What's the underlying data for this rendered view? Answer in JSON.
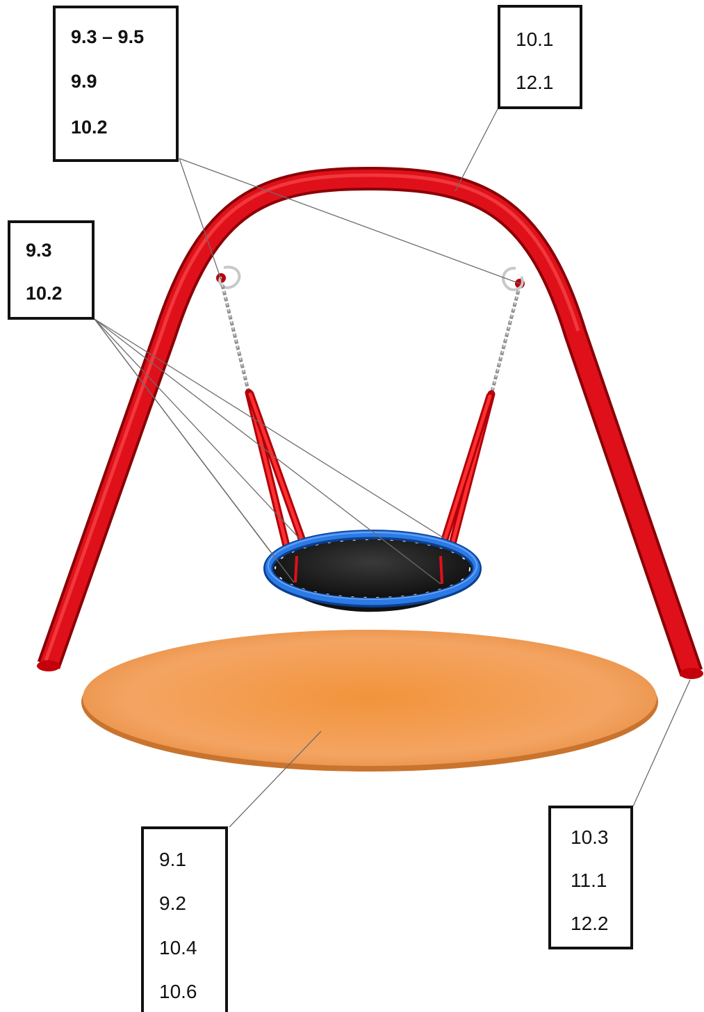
{
  "callouts": {
    "top_left": {
      "lines": [
        "9.3 – 9.5",
        "9.9",
        "10.2"
      ]
    },
    "top_right": {
      "lines": [
        "10.1",
        "12.1"
      ]
    },
    "mid_left": {
      "lines": [
        "9.3",
        "10.2"
      ]
    },
    "bottom_left": {
      "lines": [
        "9.1",
        "9.2",
        "10.4",
        "10.6"
      ]
    },
    "bottom_right": {
      "lines": [
        "10.3",
        "11.1",
        "12.2"
      ]
    }
  },
  "colors": {
    "frame": "#e0101a",
    "seat_ring": "#1f6fd6",
    "seat_net": "#1b1b1b",
    "chain": "#9a9a9a",
    "ground_surface": "#f0913a",
    "leader_line": "#6b6b6b"
  }
}
